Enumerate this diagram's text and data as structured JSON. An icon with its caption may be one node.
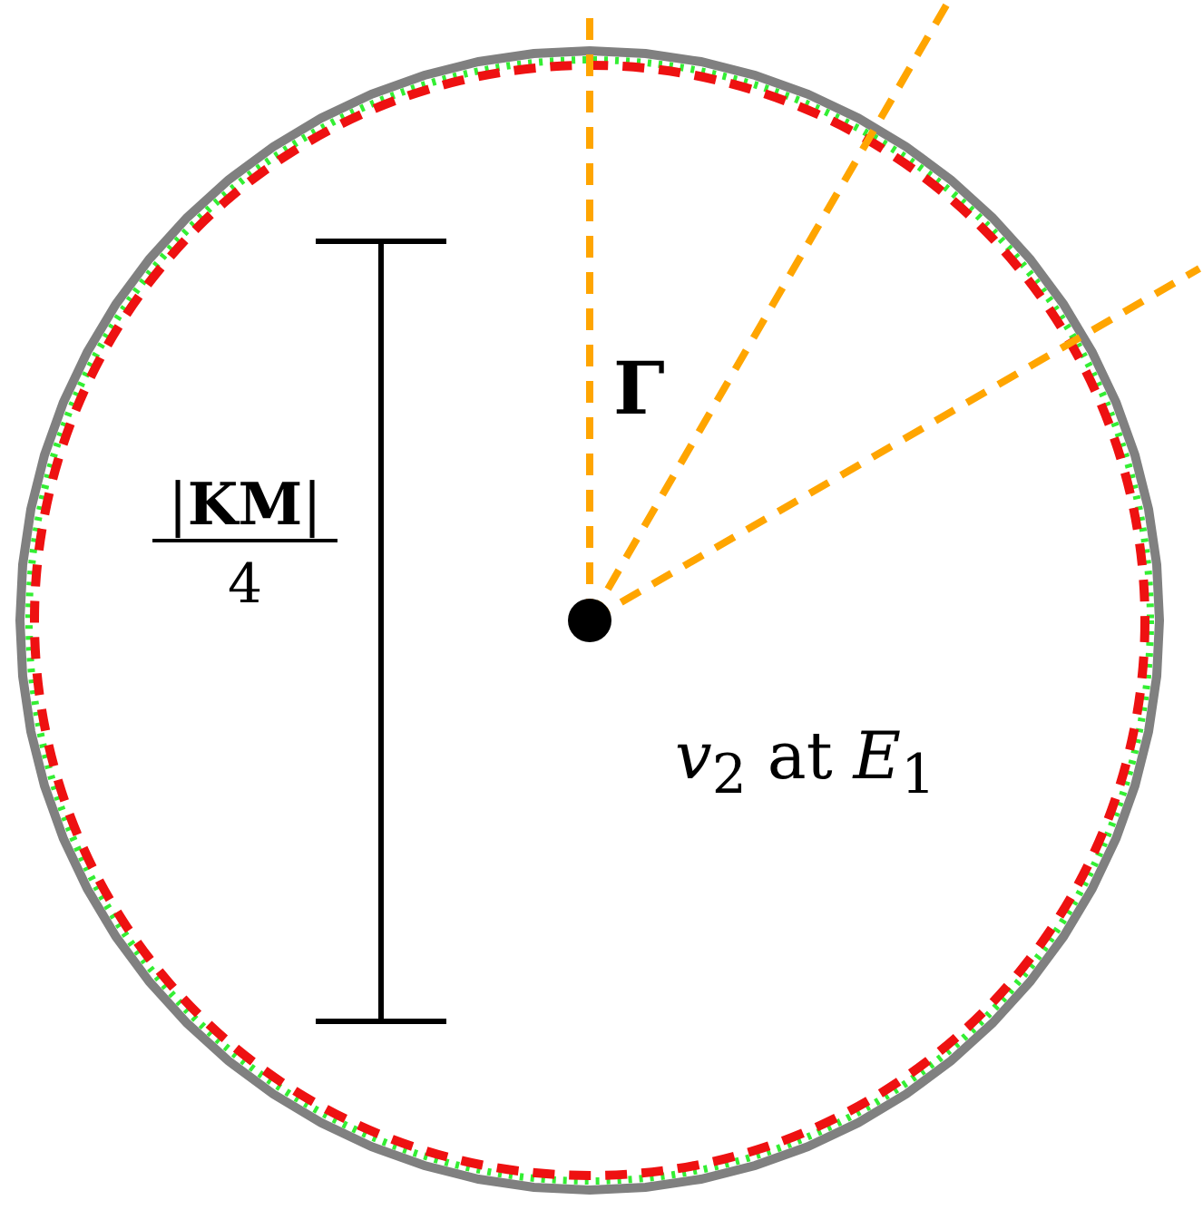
{
  "diagram": {
    "labels": [
      "**Γ**",
      "|**KM**|",
      "4",
      "*v*$_{2}$ at *E*$_{1}$"
    ]
  }
}
